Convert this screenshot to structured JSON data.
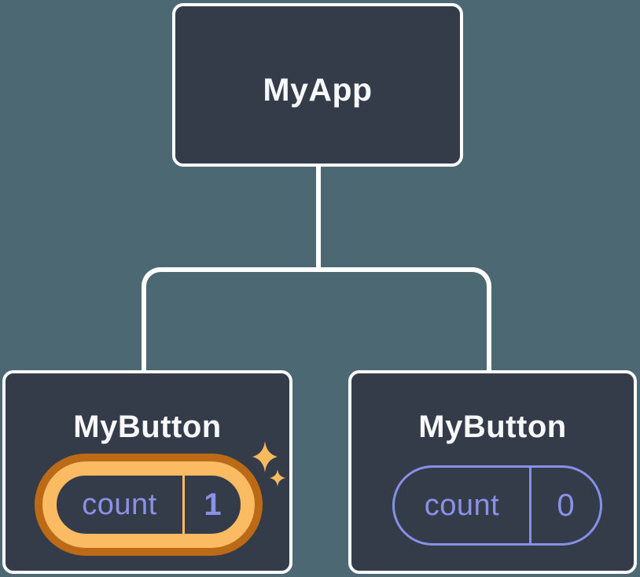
{
  "diagram": {
    "description": "Component tree with isolated state counters",
    "root": {
      "label": "MyApp"
    },
    "children": [
      {
        "label": "MyButton",
        "state": {
          "key": "count",
          "value": "1"
        },
        "highlighted": true
      },
      {
        "label": "MyButton",
        "state": {
          "key": "count",
          "value": "0"
        },
        "highlighted": false
      }
    ]
  },
  "colors": {
    "background": "#4C6873",
    "node_fill": "#353C49",
    "node_border": "#FFFFFF",
    "state_purple": "#8A91E8",
    "highlight_orange_light": "#FBBB63",
    "highlight_orange_dark": "#BC6A16",
    "sparkle": "#F8BA5F",
    "text": "#F7F8FA"
  }
}
